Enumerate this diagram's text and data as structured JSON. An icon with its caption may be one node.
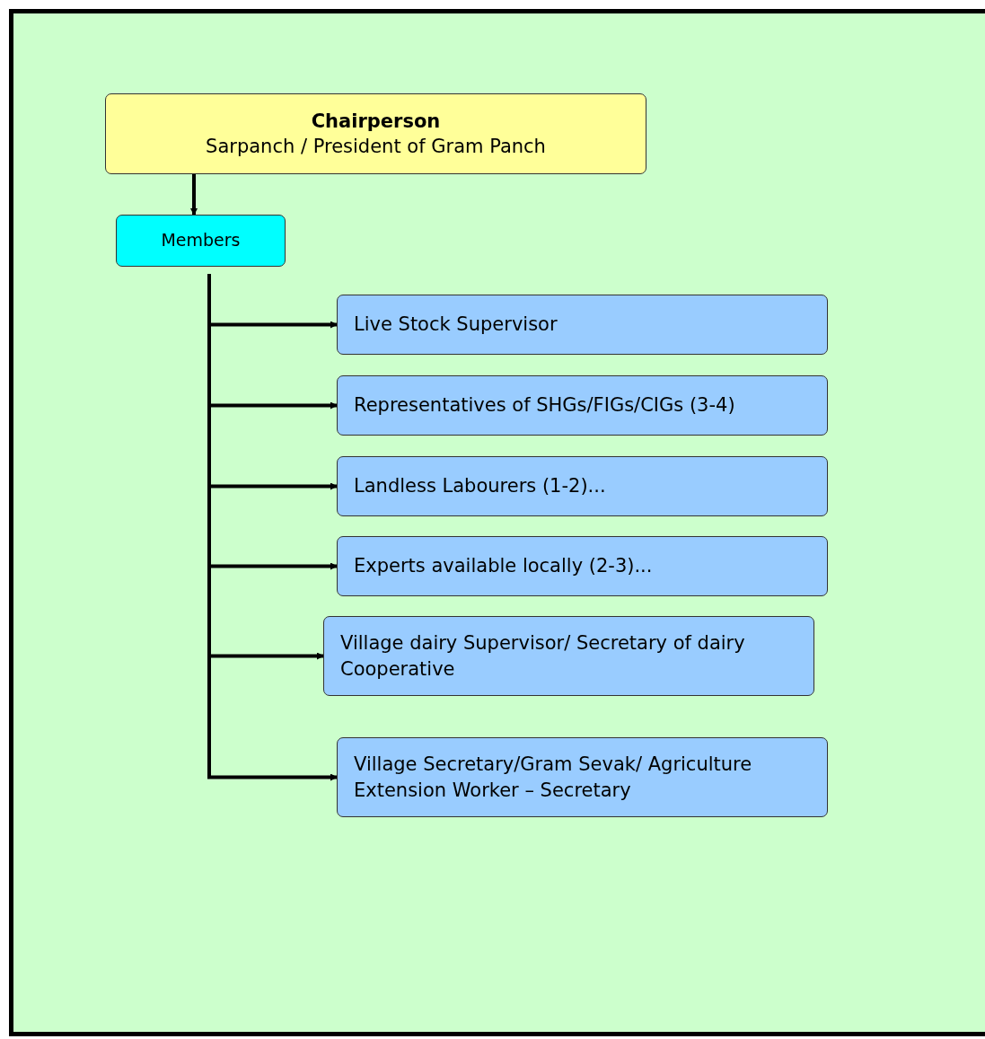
{
  "diagram": {
    "nodes": [
      {
        "text": [
          "Chairperson",
          "Sarpanch / President of Gram Panch"
        ]
      },
      {
        "text": [
          "Members"
        ]
      },
      {
        "text": [
          "Live Stock Supervisor"
        ]
      },
      {
        "text": [
          "Representatives of SHGs/FIGs/CIGs (3-4)"
        ]
      },
      {
        "text": [
          "Landless Labourers (1-2)..."
        ]
      },
      {
        "text": [
          "Experts available locally (2-3)..."
        ]
      },
      {
        "text": [
          "Village dairy Supervisor/ Secretary of dairy Cooperative"
        ]
      },
      {
        "text": [
          "Village Secretary/Gram Sevak/ Agriculture Extension Worker – Secretary"
        ]
      }
    ],
    "edges": [
      {
        "from": 0,
        "to": 1,
        "arrow": "to"
      },
      {
        "from": 1,
        "to": 2,
        "arrow": "to"
      },
      {
        "from": 1,
        "to": 3,
        "arrow": "to"
      },
      {
        "from": 1,
        "to": 4,
        "arrow": "to"
      },
      {
        "from": 1,
        "to": 5,
        "arrow": "to"
      },
      {
        "from": 1,
        "to": 6,
        "arrow": "to"
      },
      {
        "from": 1,
        "to": 7,
        "arrow": "to"
      }
    ]
  }
}
